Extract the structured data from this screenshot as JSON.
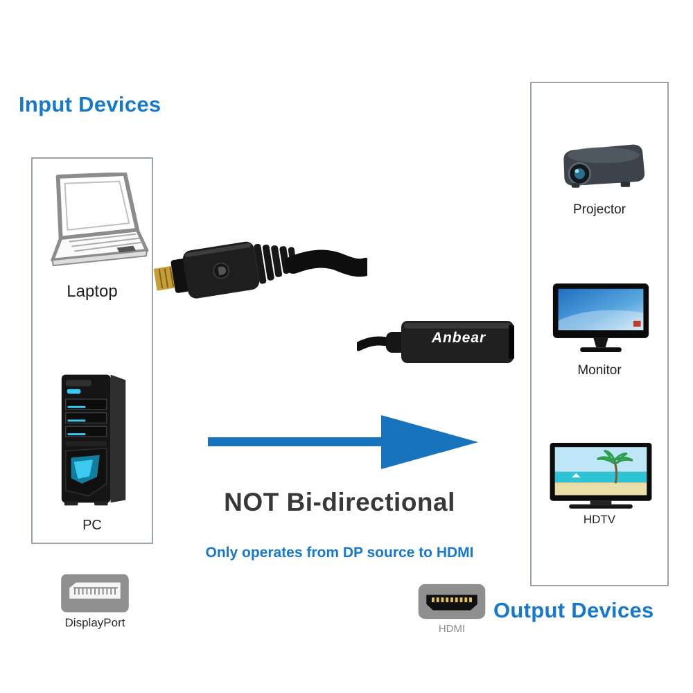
{
  "titles": {
    "input": "Input Devices",
    "output": "Output Devices"
  },
  "input_panel": {
    "devices": [
      "Laptop",
      "PC"
    ]
  },
  "output_panel": {
    "devices": [
      "Projector",
      "Monitor",
      "HDTV"
    ]
  },
  "adapter": {
    "brand": "Anbear"
  },
  "notice": {
    "headline": "NOT Bi-directional",
    "subtext": "Only operates from DP source to HDMI"
  },
  "ports": {
    "displayport_label": "DisplayPort",
    "hdmi_label": "HDMI"
  },
  "colors": {
    "accent_blue": "#1779cc",
    "arrow_blue": "#1873bd"
  }
}
